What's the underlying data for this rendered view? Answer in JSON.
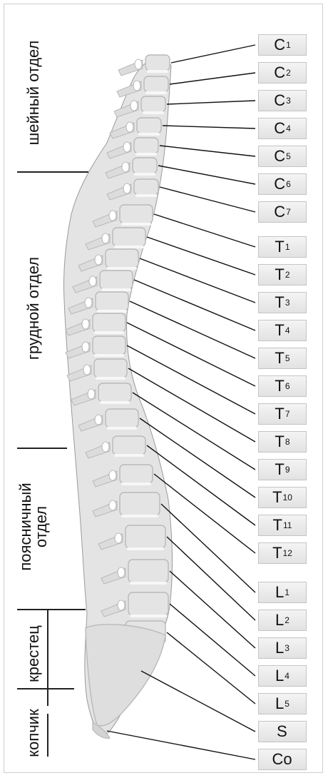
{
  "regions": {
    "cervical": "шейный отдел",
    "thoracic": "грудной отдел",
    "lumbar_line1": "поясничный",
    "lumbar_line2": "отдел",
    "sacrum": "крестец",
    "coccyx": "копчик"
  },
  "vertebrae": [
    {
      "letter": "C",
      "num": "1"
    },
    {
      "letter": "C",
      "num": "2"
    },
    {
      "letter": "C",
      "num": "3"
    },
    {
      "letter": "C",
      "num": "4"
    },
    {
      "letter": "C",
      "num": "5"
    },
    {
      "letter": "C",
      "num": "6"
    },
    {
      "letter": "C",
      "num": "7"
    },
    {
      "letter": "T",
      "num": "1"
    },
    {
      "letter": "T",
      "num": "2"
    },
    {
      "letter": "T",
      "num": "3"
    },
    {
      "letter": "T",
      "num": "4"
    },
    {
      "letter": "T",
      "num": "5"
    },
    {
      "letter": "T",
      "num": "6"
    },
    {
      "letter": "T",
      "num": "7"
    },
    {
      "letter": "T",
      "num": "8"
    },
    {
      "letter": "T",
      "num": "9"
    },
    {
      "letter": "T",
      "num": "10"
    },
    {
      "letter": "T",
      "num": "11"
    },
    {
      "letter": "T",
      "num": "12"
    },
    {
      "letter": "L",
      "num": "1"
    },
    {
      "letter": "L",
      "num": "2"
    },
    {
      "letter": "L",
      "num": "3"
    },
    {
      "letter": "L",
      "num": "4"
    },
    {
      "letter": "L",
      "num": "5"
    },
    {
      "letter": "S",
      "num": ""
    },
    {
      "letter": "Co",
      "num": ""
    }
  ],
  "colors": {
    "bone": "#e4e4e4",
    "bone_shadow": "#b9b9b9",
    "disc": "#f7f7f7",
    "line": "#111111"
  }
}
